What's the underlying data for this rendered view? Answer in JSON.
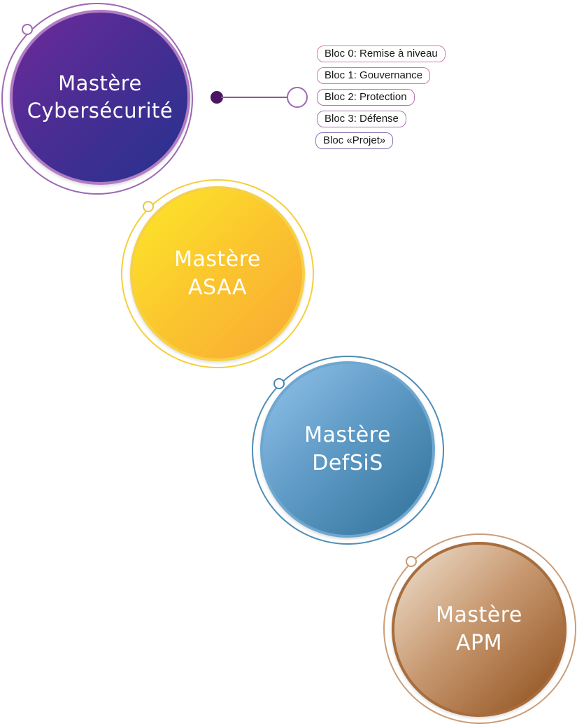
{
  "nodes": [
    {
      "title": "Mastère\nCybersécurité",
      "color": "#4a2d93"
    },
    {
      "title": "Mastère\nASAA",
      "color": "#fbc52e"
    },
    {
      "title": "Mastère\nDefSiS",
      "color": "#5f9bc6"
    },
    {
      "title": "Mastère\nAPM",
      "color": "#a86d3c"
    }
  ],
  "blocs": [
    {
      "label": "Bloc 0: Remise à niveau",
      "color": "#d07ab3"
    },
    {
      "label": "Bloc 1: Gouvernance",
      "color": "#c57fb1"
    },
    {
      "label": "Bloc 2: Protection",
      "color": "#b373ad"
    },
    {
      "label": "Bloc 3: Défense",
      "color": "#a877b0"
    },
    {
      "label": "Bloc «Projet»",
      "color": "#8a73b1"
    }
  ]
}
